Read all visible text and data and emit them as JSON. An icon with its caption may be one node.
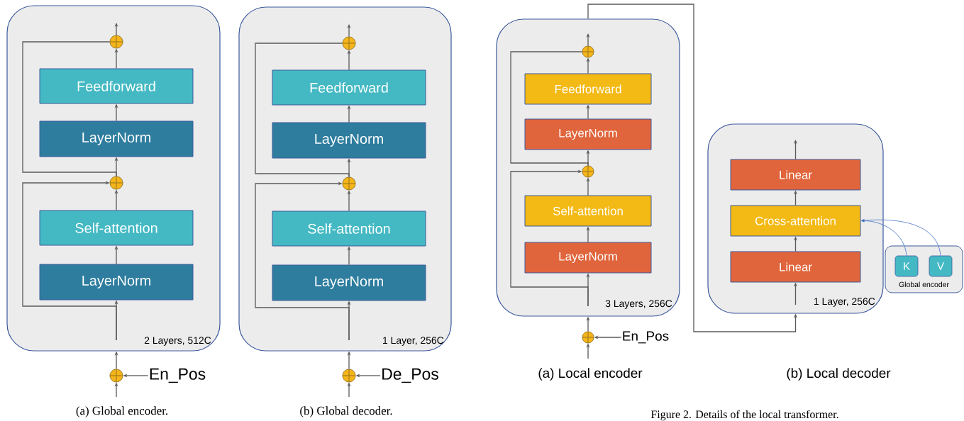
{
  "diagram": {
    "caption": "Figure 2. Details of the local transformer.",
    "nodes": [
      {
        "text": [
          "2 Layers, 512C"
        ]
      },
      {
        "text": [],
        "shape": "circle",
        "in": 0
      },
      {
        "text": [
          "Feedforward"
        ],
        "in": 0
      },
      {
        "text": [
          "LayerNorm"
        ],
        "in": 0
      },
      {
        "text": [],
        "shape": "circle",
        "in": 0
      },
      {
        "text": [
          "Self-attention"
        ],
        "in": 0
      },
      {
        "text": [
          "LayerNorm"
        ],
        "in": 0
      },
      {
        "text": [],
        "shape": "circle"
      },
      {
        "text": [
          "En_Pos"
        ]
      },
      {
        "text": [
          "1 Layer, 256C"
        ]
      },
      {
        "text": [],
        "shape": "circle",
        "in": 9
      },
      {
        "text": [
          "Feedforward"
        ],
        "in": 9
      },
      {
        "text": [
          "LayerNorm"
        ],
        "in": 9
      },
      {
        "text": [],
        "shape": "circle",
        "in": 9
      },
      {
        "text": [
          "Self-attention"
        ],
        "in": 9
      },
      {
        "text": [
          "LayerNorm"
        ],
        "in": 9
      },
      {
        "text": [],
        "shape": "circle"
      },
      {
        "text": [
          "De_Pos"
        ]
      },
      {
        "text": [
          "3 Layers, 256C"
        ]
      },
      {
        "text": [],
        "shape": "circle",
        "in": 18
      },
      {
        "text": [
          "Feedforward"
        ],
        "in": 18
      },
      {
        "text": [
          "LayerNorm"
        ],
        "in": 18
      },
      {
        "text": [],
        "shape": "circle",
        "in": 18
      },
      {
        "text": [
          "Self-attention"
        ],
        "in": 18
      },
      {
        "text": [
          "LayerNorm"
        ],
        "in": 18
      },
      {
        "text": [],
        "shape": "circle"
      },
      {
        "text": [
          "En_Pos"
        ]
      },
      {
        "text": [
          "1 Layer, 256C"
        ]
      },
      {
        "text": [
          "Linear"
        ],
        "in": 27
      },
      {
        "text": [
          "Cross-attention"
        ],
        "in": 27
      },
      {
        "text": [
          "Linear"
        ],
        "in": 27
      },
      {
        "text": [
          "Global encoder"
        ]
      },
      {
        "text": [
          "K"
        ],
        "in": 31
      },
      {
        "text": [
          "V"
        ],
        "in": 31
      }
    ],
    "edges": [
      {
        "from": null,
        "to": 6,
        "arrow": "to"
      },
      {
        "from": null,
        "to": 4,
        "arrow": "to"
      },
      {
        "from": 6,
        "to": 5,
        "arrow": "to"
      },
      {
        "from": 5,
        "to": 4,
        "arrow": "to"
      },
      {
        "from": 4,
        "to": 3,
        "arrow": "to"
      },
      {
        "from": 4,
        "to": 1,
        "arrow": "none"
      },
      {
        "from": 3,
        "to": 2,
        "arrow": "to"
      },
      {
        "from": 2,
        "to": 1,
        "arrow": "to"
      },
      {
        "from": 1,
        "to": null,
        "arrow": "to"
      },
      {
        "from": null,
        "to": 7,
        "arrow": "to"
      },
      {
        "from": 8,
        "to": 7,
        "arrow": "to"
      },
      {
        "from": 7,
        "to": 0,
        "arrow": "to"
      },
      {
        "from": null,
        "to": 15,
        "arrow": "to"
      },
      {
        "from": null,
        "to": 13,
        "arrow": "to"
      },
      {
        "from": 15,
        "to": 14,
        "arrow": "to"
      },
      {
        "from": 14,
        "to": 13,
        "arrow": "to"
      },
      {
        "from": 13,
        "to": 12,
        "arrow": "to"
      },
      {
        "from": 13,
        "to": 10,
        "arrow": "none"
      },
      {
        "from": 12,
        "to": 11,
        "arrow": "to"
      },
      {
        "from": 11,
        "to": 10,
        "arrow": "to"
      },
      {
        "from": 10,
        "to": null,
        "arrow": "to"
      },
      {
        "from": null,
        "to": 16,
        "arrow": "to"
      },
      {
        "from": 17,
        "to": 16,
        "arrow": "to"
      },
      {
        "from": 16,
        "to": 9,
        "arrow": "to"
      },
      {
        "from": null,
        "to": 24,
        "arrow": "to"
      },
      {
        "from": null,
        "to": 22,
        "arrow": "to"
      },
      {
        "from": 24,
        "to": 23,
        "arrow": "to"
      },
      {
        "from": 23,
        "to": 22,
        "arrow": "to"
      },
      {
        "from": 22,
        "to": 21,
        "arrow": "to"
      },
      {
        "from": 22,
        "to": 19,
        "arrow": "none"
      },
      {
        "from": 21,
        "to": 20,
        "arrow": "to"
      },
      {
        "from": 20,
        "to": 19,
        "arrow": "to"
      },
      {
        "from": 19,
        "to": null,
        "arrow": "to"
      },
      {
        "from": null,
        "to": 25,
        "arrow": "to"
      },
      {
        "from": 26,
        "to": 25,
        "arrow": "to"
      },
      {
        "from": 25,
        "to": 18,
        "arrow": "to"
      },
      {
        "from": 18,
        "to": 27,
        "arrow": "to"
      },
      {
        "from": null,
        "to": 30,
        "arrow": "to"
      },
      {
        "from": 30,
        "to": 29,
        "arrow": "to"
      },
      {
        "from": 29,
        "to": 28,
        "arrow": "to"
      },
      {
        "from": 28,
        "to": null,
        "arrow": "to"
      },
      {
        "from": 32,
        "to": 29,
        "arrow": "to",
        "color": "#4472c4"
      },
      {
        "from": 33,
        "to": 29,
        "arrow": "to",
        "color": "#4472c4"
      }
    ],
    "labels": [
      "(a) Global encoder.",
      "(b) Global decoder.",
      "(a) Local encoder",
      "(b) Local decoder"
    ]
  }
}
